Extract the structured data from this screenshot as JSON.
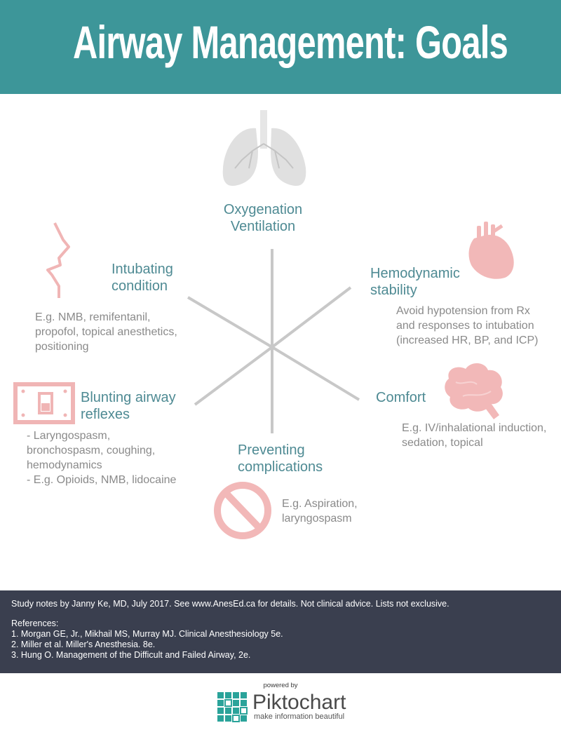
{
  "title": "Airway Management: Goals",
  "colors": {
    "header": "#3d9699",
    "heading": "#4e8a93",
    "body": "#8a8a8a",
    "icon_pink": "#f2b8b8",
    "lungs": "#dedede",
    "spokes": "#c8c8c8",
    "footer": "#3a3f4f"
  },
  "goals": {
    "oxygenation": {
      "line1": "Oxygenation",
      "line2": "Ventilation",
      "icon": "lungs-icon"
    },
    "hemodynamic": {
      "line1": "Hemodynamic",
      "line2": "stability",
      "detail": [
        "Avoid hypotension from Rx",
        "and responses to intubation",
        "(increased HR, BP, and ICP)"
      ],
      "icon": "heart-icon"
    },
    "comfort": {
      "line1": "Comfort",
      "detail": [
        "E.g. IV/inhalational induction,",
        "sedation, topical"
      ],
      "icon": "brain-icon"
    },
    "complications": {
      "line1": "Preventing",
      "line2": "complications",
      "detail": [
        "E.g. Aspiration,",
        "laryngospasm"
      ],
      "icon": "prohibited-icon"
    },
    "blunting": {
      "line1": "Blunting airway",
      "line2": "reflexes",
      "detail": [
        "- Laryngospasm,",
        "bronchospasm, coughing,",
        "hemodynamics",
        "- E.g. Opioids, NMB, lidocaine"
      ],
      "icon": "switch-icon"
    },
    "intubating": {
      "line1": "Intubating",
      "line2": "condition",
      "detail": [
        "E.g. NMB, remifentanil,",
        "propofol, topical anesthetics,",
        "positioning"
      ],
      "icon": "face-profile-icon"
    }
  },
  "footer": {
    "note": "Study notes by Janny Ke, MD, July 2017. See www.AnesEd.ca for details. Not clinical advice. Lists not exclusive.",
    "references_title": "References:",
    "references": [
      "1. Morgan GE, Jr., Mikhail MS, Murray MJ. Clinical Anesthesiology 5e.",
      "2. Miller et al. Miller's Anesthesia. 8e.",
      "3. Hung O. Management of the Difficult and Failed Airway, 2e."
    ]
  },
  "branding": {
    "powered_by": "powered by",
    "logo_pik": "Pik",
    "logo_to": "to",
    "logo_chart": "chart",
    "logo_text": "Piktochart",
    "tagline": "make information beautiful"
  }
}
